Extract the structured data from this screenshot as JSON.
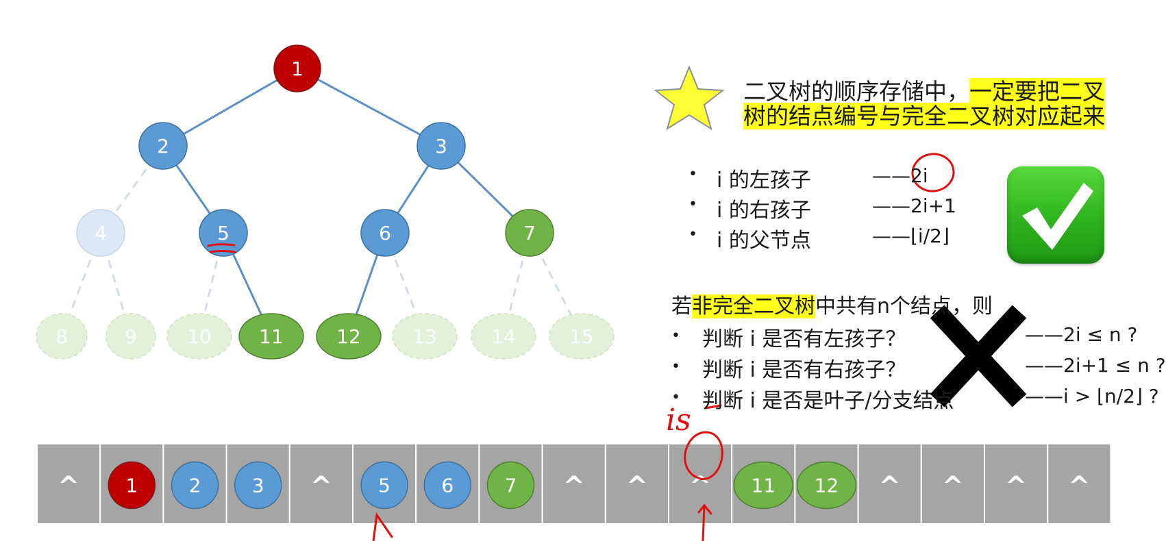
{
  "tree": {
    "nodes": [
      {
        "id": "1",
        "state": "root"
      },
      {
        "id": "2",
        "state": "blue"
      },
      {
        "id": "3",
        "state": "blue"
      },
      {
        "id": "4",
        "state": "faded-blue"
      },
      {
        "id": "5",
        "state": "blue"
      },
      {
        "id": "6",
        "state": "blue"
      },
      {
        "id": "7",
        "state": "green"
      },
      {
        "id": "8",
        "state": "faded-green"
      },
      {
        "id": "9",
        "state": "faded-green"
      },
      {
        "id": "10",
        "state": "faded-green"
      },
      {
        "id": "11",
        "state": "green"
      },
      {
        "id": "12",
        "state": "green"
      },
      {
        "id": "13",
        "state": "faded-green"
      },
      {
        "id": "14",
        "state": "faded-green"
      },
      {
        "id": "15",
        "state": "faded-green"
      }
    ]
  },
  "notes": {
    "star_line1_plain": "二叉树的顺序存储中，",
    "star_line1_highlight": "一定要把二叉",
    "star_line2_highlight": "树的结点编号与完全二叉树对应起来",
    "rules": [
      {
        "label": "i 的左孩子",
        "formula": "——2i"
      },
      {
        "label": "i 的右孩子",
        "formula": "——2i+1"
      },
      {
        "label": "i 的父节点",
        "formula": "——⌊i/2⌋"
      }
    ],
    "incomplete_prefix": "若",
    "incomplete_highlight": "非完全二叉树",
    "incomplete_suffix": "中共有n个结点，则",
    "checks": [
      {
        "label": "判断 i 是否有左孩子？",
        "formula": "——2i ≤ n ?"
      },
      {
        "label": "判断 i 是否有右孩子？",
        "formula": "——2i+1 ≤ n ?"
      },
      {
        "label": "判断 i 是否是叶子/分支结点",
        "formula": "——i > ⌊n/2⌋ ?"
      }
    ],
    "annotation": "is"
  },
  "array": {
    "cells": [
      {
        "value": "^",
        "kind": "empty"
      },
      {
        "value": "1",
        "kind": "root"
      },
      {
        "value": "2",
        "kind": "blue"
      },
      {
        "value": "3",
        "kind": "blue"
      },
      {
        "value": "^",
        "kind": "empty"
      },
      {
        "value": "5",
        "kind": "blue"
      },
      {
        "value": "6",
        "kind": "blue"
      },
      {
        "value": "7",
        "kind": "green"
      },
      {
        "value": "^",
        "kind": "empty"
      },
      {
        "value": "^",
        "kind": "empty"
      },
      {
        "value": "^",
        "kind": "empty"
      },
      {
        "value": "11",
        "kind": "green"
      },
      {
        "value": "12",
        "kind": "green"
      },
      {
        "value": "^",
        "kind": "empty"
      },
      {
        "value": "^",
        "kind": "empty"
      },
      {
        "value": "^",
        "kind": "empty"
      },
      {
        "value": "^",
        "kind": "empty"
      }
    ]
  },
  "colors": {
    "root": "#c00000",
    "blue": "#5b9bd5",
    "green": "#70b347",
    "faded_blue": "#dce8f5",
    "faded_green": "#e3f0da",
    "edge": "#5b8fc6",
    "cell": "#a5a5a5",
    "highlight": "#ffff1a",
    "pen": "#e01010"
  }
}
